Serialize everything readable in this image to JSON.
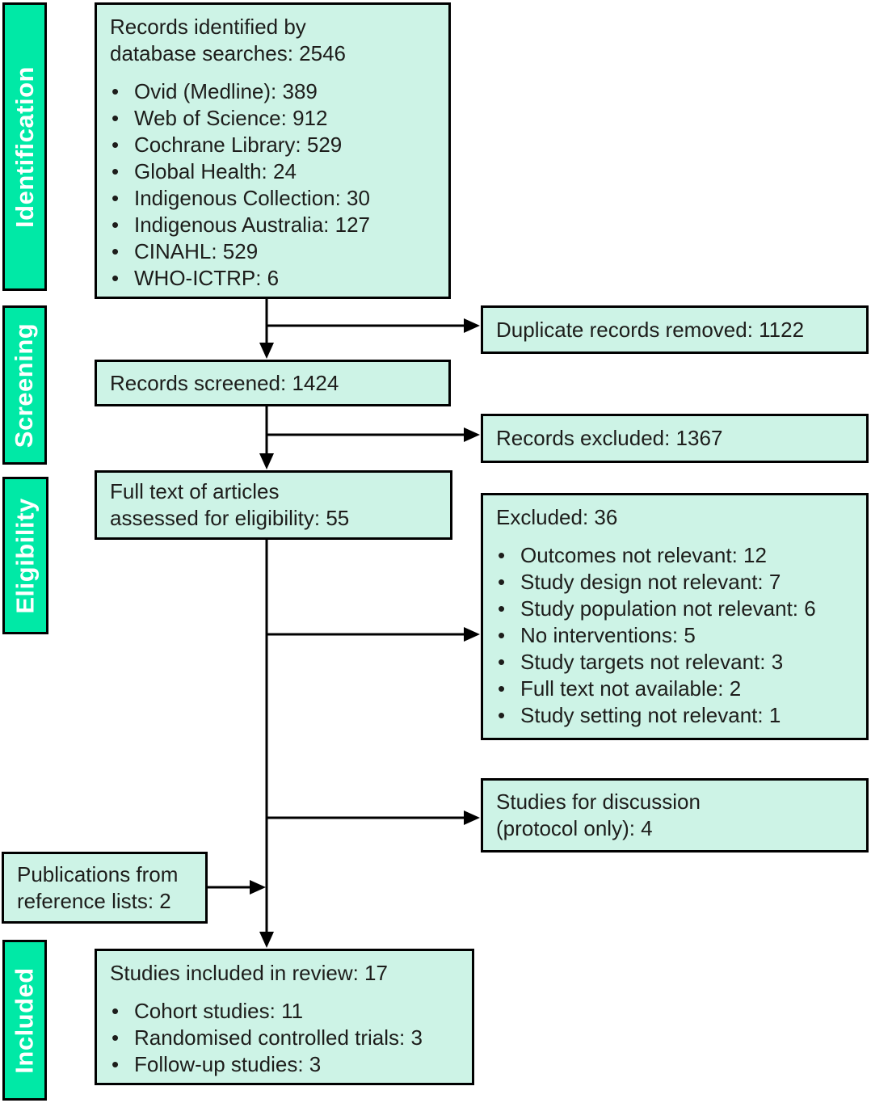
{
  "colors": {
    "stage_fill": "#00e9a6",
    "box_fill": "#cdf3e6",
    "border": "#000000",
    "stage_text": "#ffffff",
    "text": "#1d1d1b"
  },
  "stages": [
    {
      "label": "Identification"
    },
    {
      "label": "Screening"
    },
    {
      "label": "Eligibility"
    },
    {
      "label": "Included"
    }
  ],
  "boxes": {
    "records_identified": {
      "title": "Records identified by\ndatabase searches: 2546",
      "items": [
        "Ovid (Medline): 389",
        "Web of Science: 912",
        "Cochrane Library: 529",
        "Global Health: 24",
        "Indigenous Collection: 30",
        "Indigenous Australia: 127",
        "CINAHL: 529",
        "WHO-ICTRP: 6"
      ]
    },
    "duplicates_removed": {
      "title": "Duplicate records removed: 1122"
    },
    "records_screened": {
      "title": "Records screened: 1424"
    },
    "records_excluded": {
      "title": "Records excluded: 1367"
    },
    "full_text_assessed": {
      "title": "Full text of articles\nassessed for eligibility: 55"
    },
    "excluded": {
      "title": "Excluded: 36",
      "items": [
        "Outcomes not relevant: 12",
        "Study design not relevant: 7",
        "Study population not relevant: 6",
        "No interventions: 5",
        "Study targets not relevant: 3",
        "Full text not available: 2",
        "Study setting not relevant: 1"
      ]
    },
    "studies_discussion": {
      "title": "Studies for discussion\n(protocol only): 4"
    },
    "publications_references": {
      "title": "Publications from\nreference lists: 2"
    },
    "studies_included": {
      "title": "Studies included in review: 17",
      "items": [
        "Cohort studies: 11",
        "Randomised controlled trials: 3",
        "Follow-up studies: 3"
      ]
    }
  }
}
